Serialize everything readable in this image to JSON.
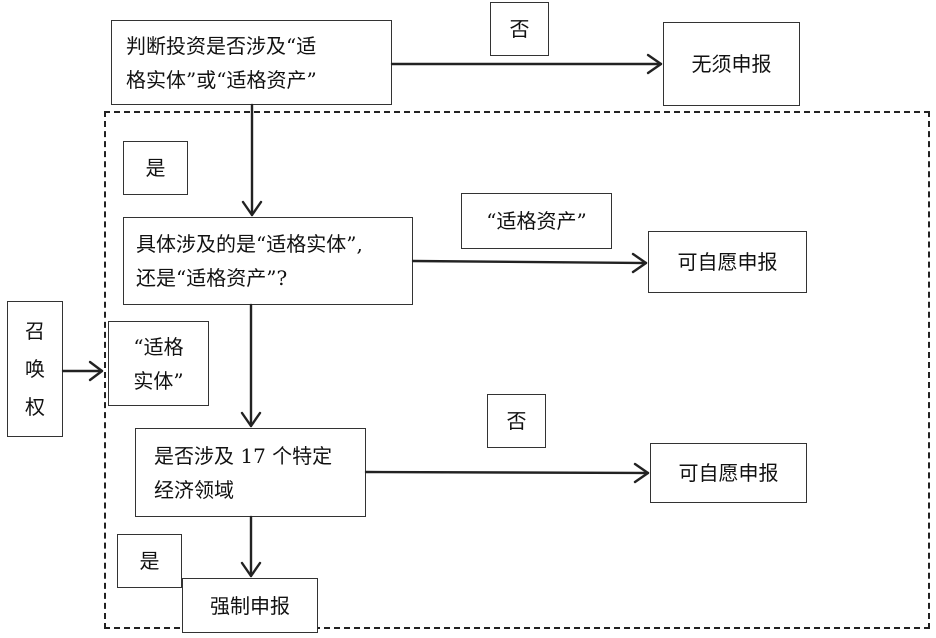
{
  "nodes": {
    "judge": {
      "line1": "判断投资是否涉及“适",
      "line2": "格实体”或“适格资产”"
    },
    "no_need": "无须申报",
    "which": {
      "line1": "具体涉及的是“适格实体”,",
      "line2": "还是“适格资产”?"
    },
    "voluntary_1": "可自愿申报",
    "sectors": {
      "line1": "是否涉及 17 个特定",
      "line2": "经济领域"
    },
    "voluntary_2": "可自愿申报",
    "mandatory": "强制申报",
    "callin": {
      "c1": "召",
      "c2": "唤",
      "c3": "权"
    }
  },
  "edge_labels": {
    "no_top": "否",
    "yes_1": "是",
    "qualified_asset": "“适格资产”",
    "qualified_entity": {
      "line1": "“适格",
      "line2": "实体”"
    },
    "no_mid": "否",
    "yes_2": "是"
  }
}
